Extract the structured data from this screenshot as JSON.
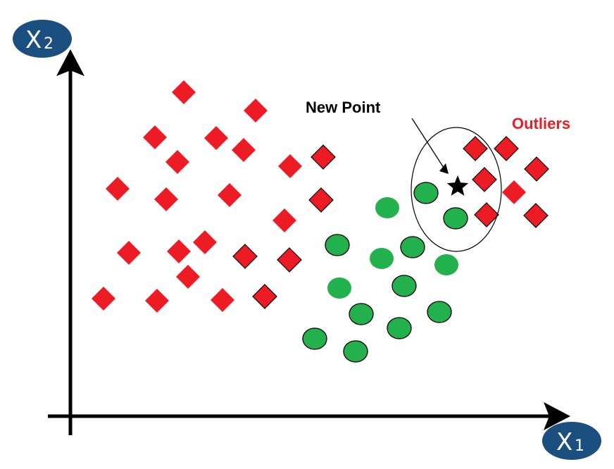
{
  "labels": {
    "new_point": "New Point",
    "outliers": "Outliers",
    "x_axis": "X",
    "x_axis_sub": "1",
    "y_axis": "X",
    "y_axis_sub": "2"
  },
  "colors": {
    "category_a": "#ed1c24",
    "category_b": "#22b14c",
    "axis_badge": "#1b4f7f",
    "outliers_text": "#ed1c24",
    "new_point": "#000000"
  }
}
